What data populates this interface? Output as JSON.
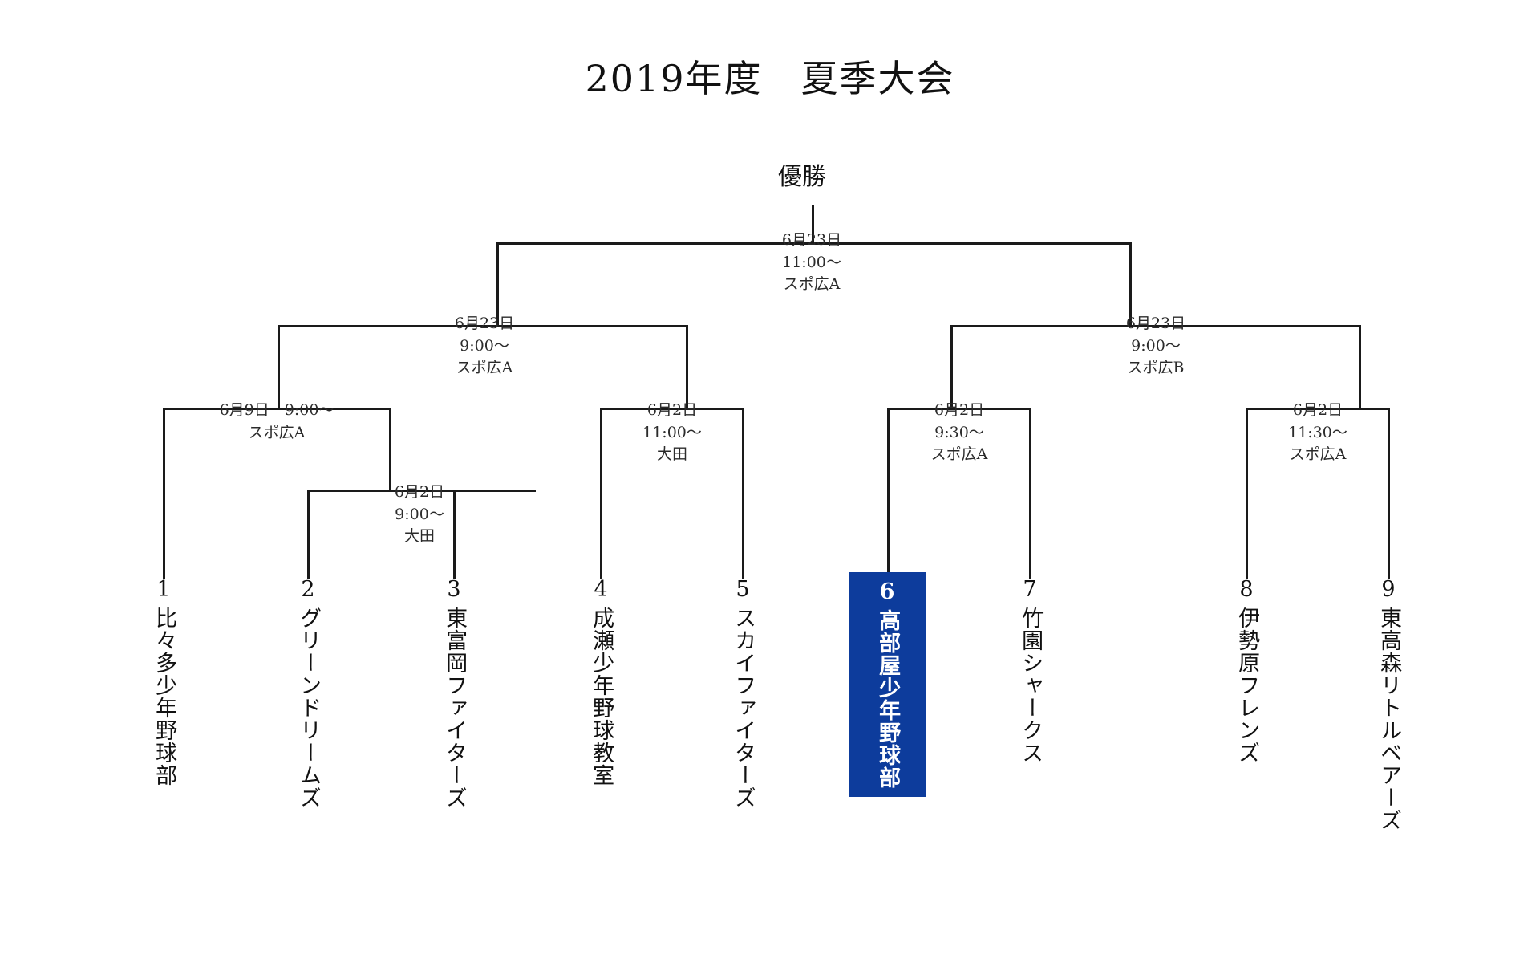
{
  "page": {
    "title": "2019年度　夏季大会",
    "champion_label": "優勝",
    "highlight_color": "#0D3C9C",
    "line_color": "#1a1a1a"
  },
  "matches": {
    "final": {
      "date": "6月23日",
      "time": "11:00〜",
      "venue": "スポ広A"
    },
    "semi_left": {
      "date": "6月23日",
      "time": "9:00〜",
      "venue": "スポ広A"
    },
    "semi_right": {
      "date": "6月23日",
      "time": "9:00〜",
      "venue": "スポ広B"
    },
    "q1": {
      "date": "6月9日　9:00〜",
      "time": "スポ広A",
      "venue": ""
    },
    "q2": {
      "date": "6月2日",
      "time": "9:00〜",
      "venue": "大田"
    },
    "q3": {
      "date": "6月2日",
      "time": "11:00〜",
      "venue": "大田"
    },
    "q4": {
      "date": "6月2日",
      "time": "9:30〜",
      "venue": "スポ広A"
    },
    "q5": {
      "date": "6月2日",
      "time": "11:30〜",
      "venue": "スポ広A"
    }
  },
  "teams": [
    {
      "seed": "1",
      "name": "比々多少年野球部",
      "highlighted": false
    },
    {
      "seed": "2",
      "name": "グリーンドリームズ",
      "highlighted": false
    },
    {
      "seed": "3",
      "name": "東富岡ファイターズ",
      "highlighted": false
    },
    {
      "seed": "4",
      "name": "成瀬少年野球教室",
      "highlighted": false
    },
    {
      "seed": "5",
      "name": "スカイファイターズ",
      "highlighted": false
    },
    {
      "seed": "6",
      "name": "高部屋少年野球部",
      "highlighted": true
    },
    {
      "seed": "7",
      "name": "竹園シャークス",
      "highlighted": false
    },
    {
      "seed": "8",
      "name": "伊勢原フレンズ",
      "highlighted": false
    },
    {
      "seed": "9",
      "name": "東高森リトルベアーズ",
      "highlighted": false
    }
  ]
}
